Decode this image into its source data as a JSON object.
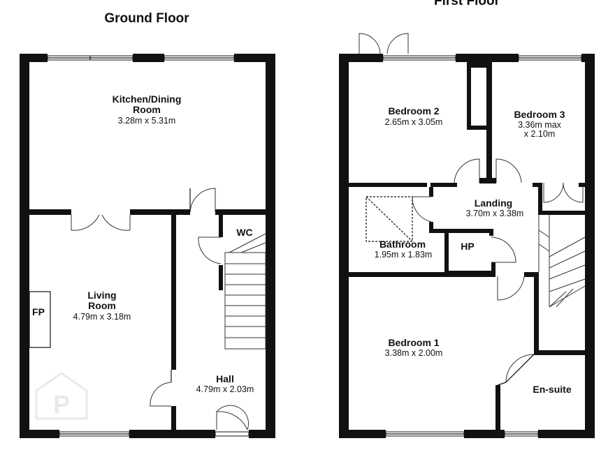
{
  "floors": [
    {
      "title": "Ground Floor",
      "rooms": [
        {
          "name_lines": [
            "Kitchen/Dining",
            "Room"
          ],
          "dims": [
            "3.28m x 5.31m"
          ]
        },
        {
          "name_lines": [
            "Living",
            "Room"
          ],
          "dims": [
            "4.79m x 3.18m"
          ]
        },
        {
          "name_lines": [
            "Hall"
          ],
          "dims": [
            "4.79m x 2.03m"
          ]
        },
        {
          "name_lines": [
            "WC"
          ],
          "dims": []
        },
        {
          "name_lines": [
            "FP"
          ],
          "dims": []
        }
      ]
    },
    {
      "title": "First Floor",
      "rooms": [
        {
          "name_lines": [
            "Bedroom 2"
          ],
          "dims": [
            "2.65m x 3.05m"
          ]
        },
        {
          "name_lines": [
            "Bedroom 3"
          ],
          "dims": [
            "3.36m max",
            "x 2.10m"
          ]
        },
        {
          "name_lines": [
            "Landing"
          ],
          "dims": [
            "3.70m x 3.38m"
          ]
        },
        {
          "name_lines": [
            "Bathroom"
          ],
          "dims": [
            "1.95m x 1.83m"
          ]
        },
        {
          "name_lines": [
            "HP"
          ],
          "dims": []
        },
        {
          "name_lines": [
            "Bedroom 1"
          ],
          "dims": [
            "3.38m x 2.00m"
          ]
        },
        {
          "name_lines": [
            "En-suite"
          ],
          "dims": []
        }
      ]
    }
  ]
}
